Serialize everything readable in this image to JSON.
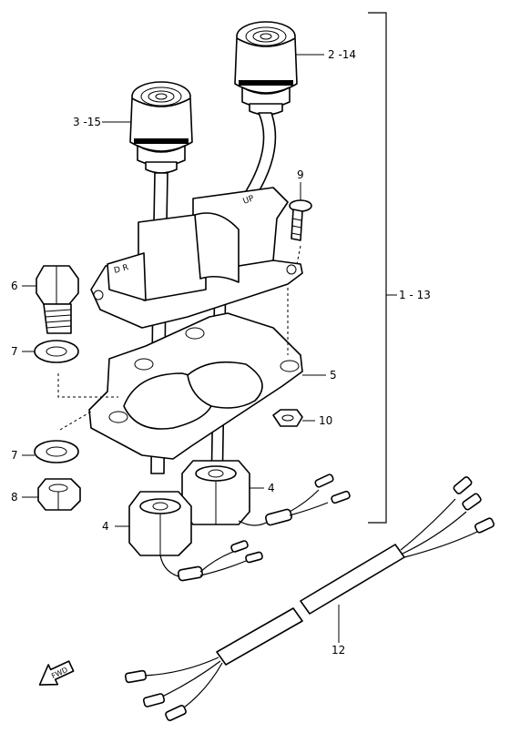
{
  "callouts": [
    {
      "id": "c-2-14",
      "text": "2 -14"
    },
    {
      "id": "c-3-15",
      "text": "3 -15"
    },
    {
      "id": "c-9",
      "text": "9"
    },
    {
      "id": "c-6",
      "text": "6"
    },
    {
      "id": "c-1-13",
      "text": "1 - 13"
    },
    {
      "id": "c-7a",
      "text": "7"
    },
    {
      "id": "c-5",
      "text": "5"
    },
    {
      "id": "c-10",
      "text": "10"
    },
    {
      "id": "c-7b",
      "text": "7"
    },
    {
      "id": "c-4a",
      "text": "4"
    },
    {
      "id": "c-8",
      "text": "8"
    },
    {
      "id": "c-4b",
      "text": "4"
    },
    {
      "id": "c-12",
      "text": "12"
    }
  ],
  "fwd_label": "FWD"
}
